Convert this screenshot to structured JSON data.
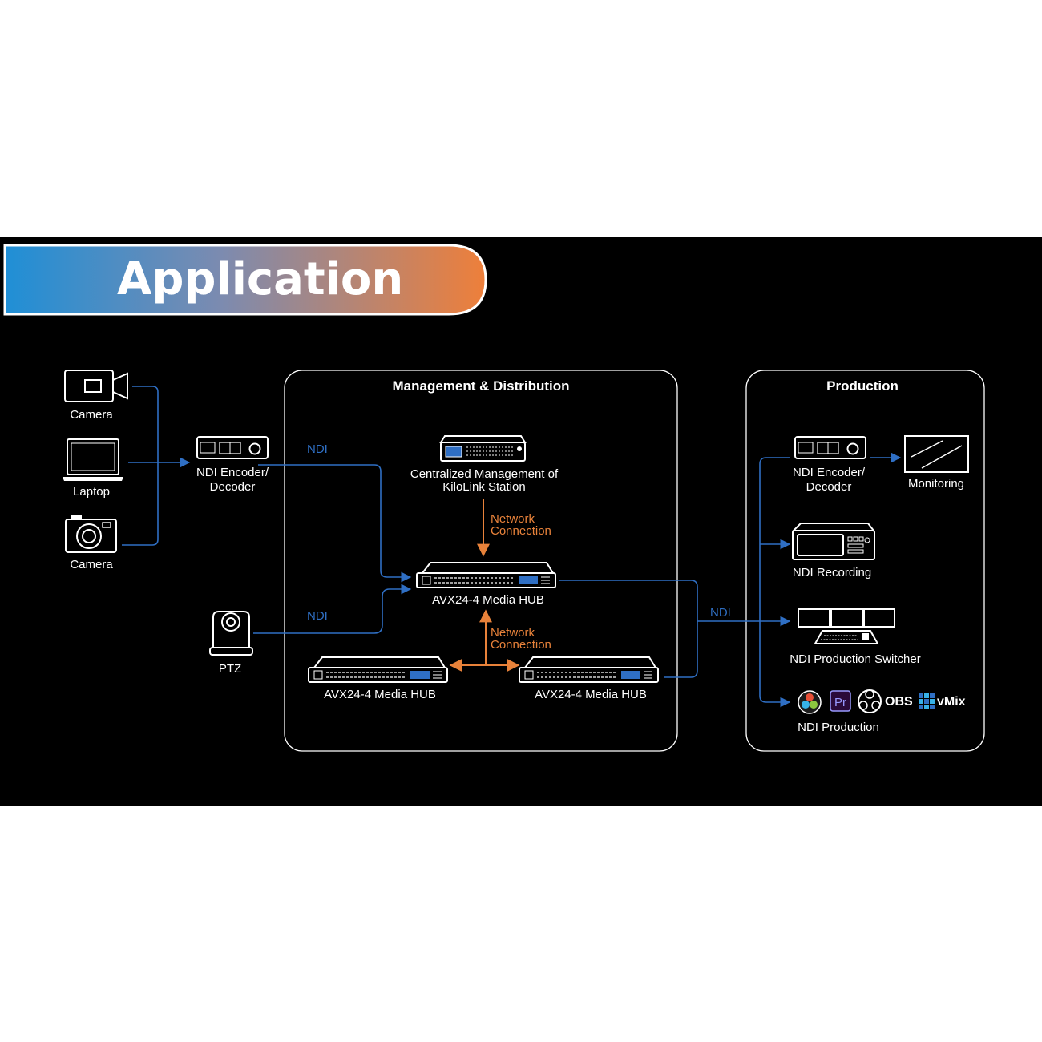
{
  "header": {
    "title": "Application"
  },
  "sections": {
    "management": "Management & Distribution",
    "production": "Production"
  },
  "sources": {
    "camera_top": "Camera",
    "laptop": "Laptop",
    "camera_bottom": "Camera",
    "encoder": [
      "NDI Encoder/",
      "Decoder"
    ],
    "ptz": "PTZ"
  },
  "management": {
    "kilolink": [
      "Centralized Management of",
      "KiloLink Station"
    ],
    "hub_main": "AVX24-4 Media HUB",
    "hub_left": "AVX24-4 Media HUB",
    "hub_right": "AVX24-4 Media HUB",
    "network_top": [
      "Network",
      "Connection"
    ],
    "network_bottom": [
      "Network",
      "Connection"
    ]
  },
  "production": {
    "encoder": [
      "NDI Encoder/",
      "Decoder"
    ],
    "monitoring": "Monitoring",
    "recording": "NDI Recording",
    "switcher": "NDI Production Switcher",
    "software": "NDI Production",
    "logos": {
      "premiere": "Pr",
      "obs": "OBS",
      "vmix": "vMix"
    }
  },
  "links": {
    "ndi_encoder": "NDI",
    "ndi_ptz": "NDI",
    "ndi_output": "NDI"
  },
  "colors": {
    "background": "#000000",
    "ndi_line": "#2f6fc4",
    "network_line": "#e8823a",
    "banner_start": "#1f8fd6",
    "banner_end": "#ee7f3a",
    "text": "#ffffff"
  }
}
